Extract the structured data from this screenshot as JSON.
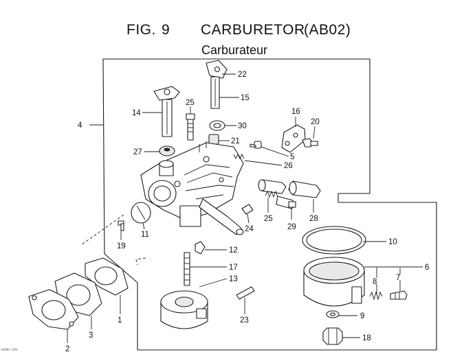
{
  "title": {
    "fig_label": "FIG.",
    "fig_number": "9",
    "name": "CARBURETOR",
    "code": "(AB02)",
    "subtitle": "Carburateur"
  },
  "footer_code": "K90h-101",
  "callouts": [
    {
      "id": "22",
      "label": "22"
    },
    {
      "id": "15",
      "label": "15"
    },
    {
      "id": "14",
      "label": "14"
    },
    {
      "id": "25a",
      "label": "25"
    },
    {
      "id": "30",
      "label": "30"
    },
    {
      "id": "16",
      "label": "16"
    },
    {
      "id": "20",
      "label": "20"
    },
    {
      "id": "4",
      "label": "4"
    },
    {
      "id": "21",
      "label": "21"
    },
    {
      "id": "27",
      "label": "27"
    },
    {
      "id": "5",
      "label": "5"
    },
    {
      "id": "26",
      "label": "26"
    },
    {
      "id": "25b",
      "label": "25"
    },
    {
      "id": "29",
      "label": "29"
    },
    {
      "id": "28",
      "label": "28"
    },
    {
      "id": "24",
      "label": "24"
    },
    {
      "id": "11",
      "label": "11"
    },
    {
      "id": "19",
      "label": "19"
    },
    {
      "id": "12",
      "label": "12"
    },
    {
      "id": "10",
      "label": "10"
    },
    {
      "id": "17",
      "label": "17"
    },
    {
      "id": "13",
      "label": "13"
    },
    {
      "id": "6",
      "label": "6"
    },
    {
      "id": "8",
      "label": "8"
    },
    {
      "id": "7",
      "label": "7"
    },
    {
      "id": "1",
      "label": "1"
    },
    {
      "id": "3",
      "label": "3"
    },
    {
      "id": "23",
      "label": "23"
    },
    {
      "id": "9",
      "label": "9"
    },
    {
      "id": "2",
      "label": "2"
    },
    {
      "id": "18",
      "label": "18"
    }
  ]
}
